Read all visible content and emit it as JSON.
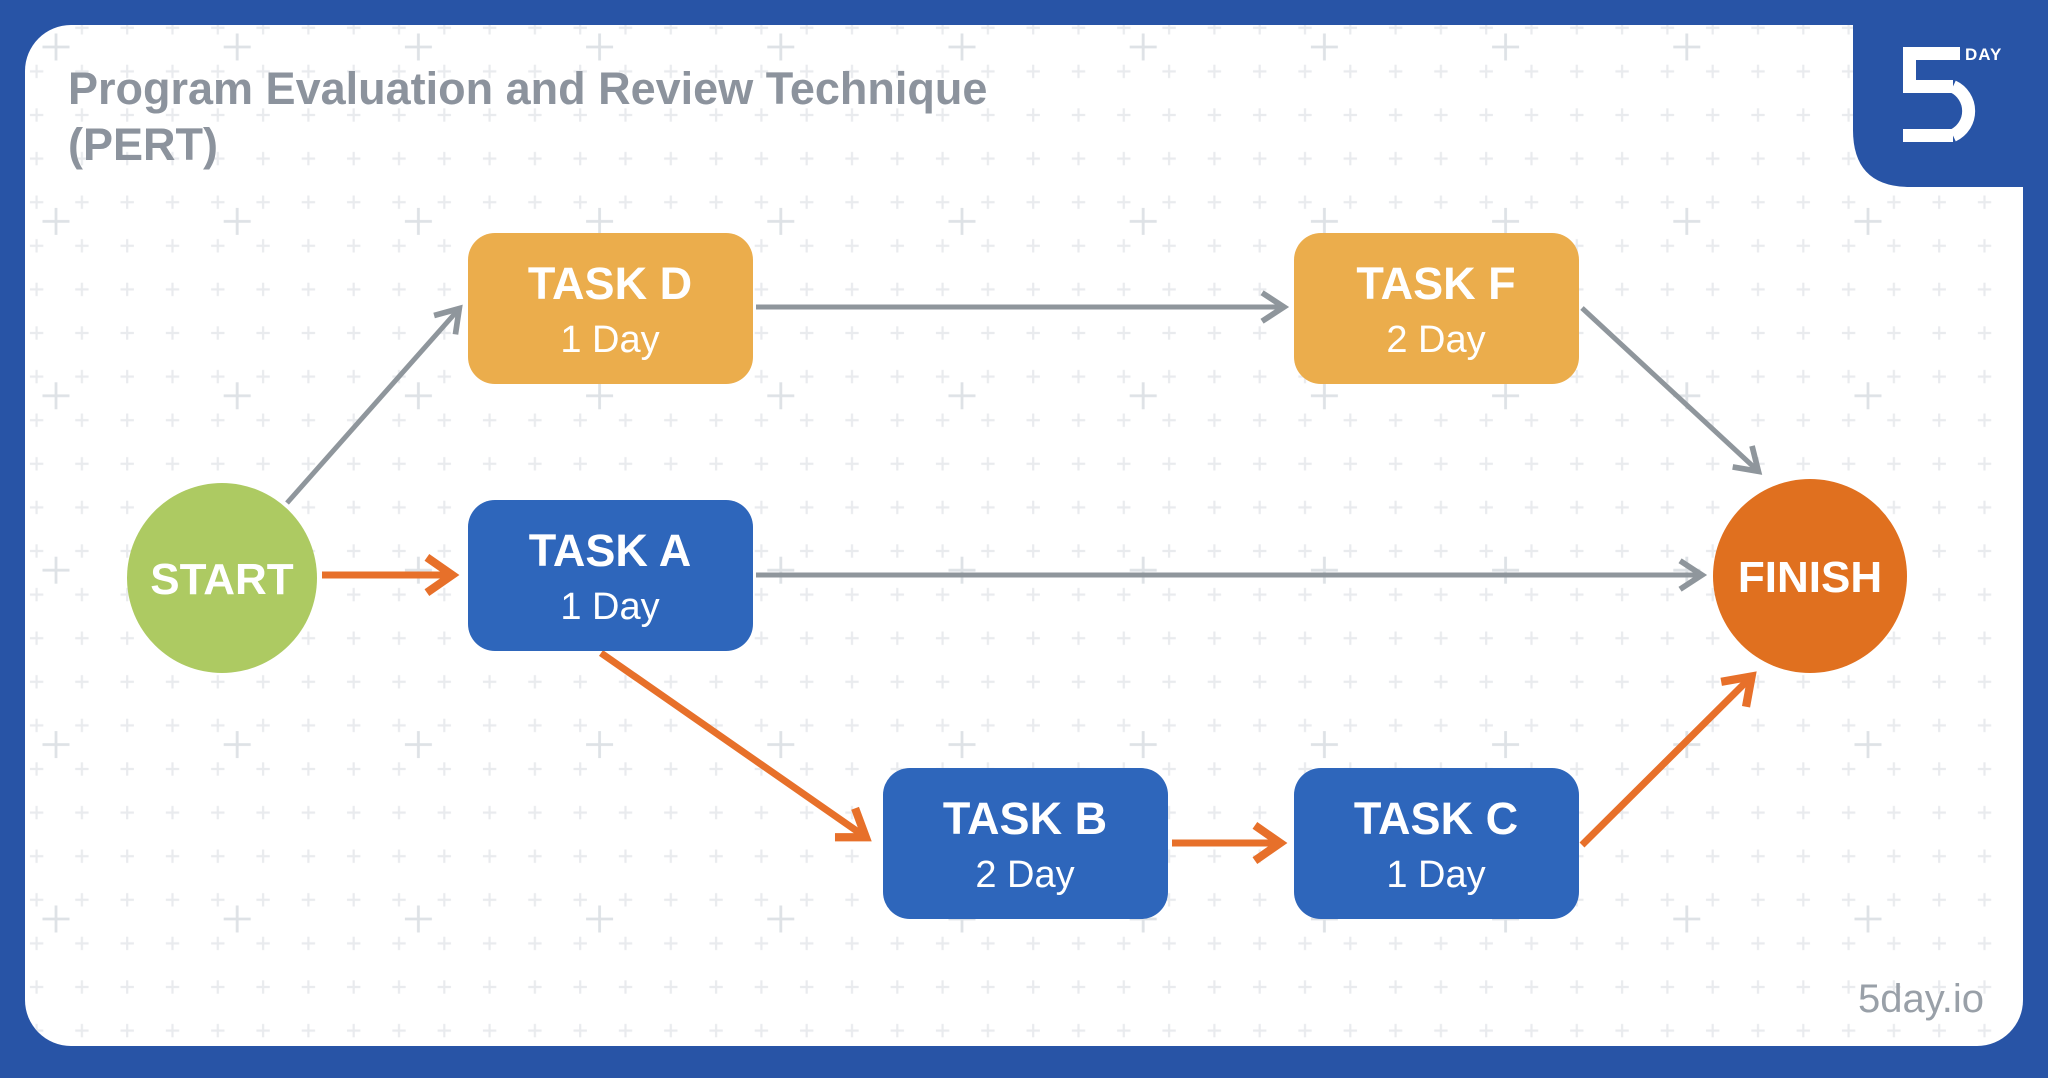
{
  "title": {
    "line1": "Program Evaluation and Review Technique",
    "line2": "(PERT)"
  },
  "brand": {
    "logo_number": "5",
    "logo_word": "DAY",
    "website": "5day.io"
  },
  "colors": {
    "frame_blue": "#2854A6",
    "canvas_white": "#FFFFFF",
    "task_blue": "#2E66BB",
    "task_yellow": "#EBAD4C",
    "start_green": "#ADCA62",
    "finish_orange": "#E0701F",
    "arrow_orange": "#E7702A",
    "arrow_gray": "#8F969C",
    "title_gray": "#8C939D",
    "grid_plus": "#E9EBEE",
    "grid_plus_big": "#DEE2E6"
  },
  "diagram": {
    "nodes": {
      "start": {
        "label": "START",
        "shape": "circle",
        "color_key": "start_green"
      },
      "task_d": {
        "label": "TASK D",
        "duration": "1 Day",
        "shape": "rect",
        "color_key": "task_yellow"
      },
      "task_f": {
        "label": "TASK F",
        "duration": "2 Day",
        "shape": "rect",
        "color_key": "task_yellow"
      },
      "task_a": {
        "label": "TASK A",
        "duration": "1 Day",
        "shape": "rect",
        "color_key": "task_blue"
      },
      "task_b": {
        "label": "TASK B",
        "duration": "2 Day",
        "shape": "rect",
        "color_key": "task_blue"
      },
      "task_c": {
        "label": "TASK C",
        "duration": "1 Day",
        "shape": "rect",
        "color_key": "task_blue"
      },
      "finish": {
        "label": "FINISH",
        "shape": "circle",
        "color_key": "finish_orange"
      }
    },
    "edges": [
      {
        "from": "start",
        "to": "task_d",
        "style": "gray"
      },
      {
        "from": "start",
        "to": "task_a",
        "style": "orange"
      },
      {
        "from": "task_d",
        "to": "task_f",
        "style": "gray"
      },
      {
        "from": "task_a",
        "to": "finish",
        "style": "gray"
      },
      {
        "from": "task_a",
        "to": "task_b",
        "style": "orange"
      },
      {
        "from": "task_b",
        "to": "task_c",
        "style": "orange"
      },
      {
        "from": "task_f",
        "to": "finish",
        "style": "gray"
      },
      {
        "from": "task_c",
        "to": "finish",
        "style": "orange"
      }
    ]
  }
}
